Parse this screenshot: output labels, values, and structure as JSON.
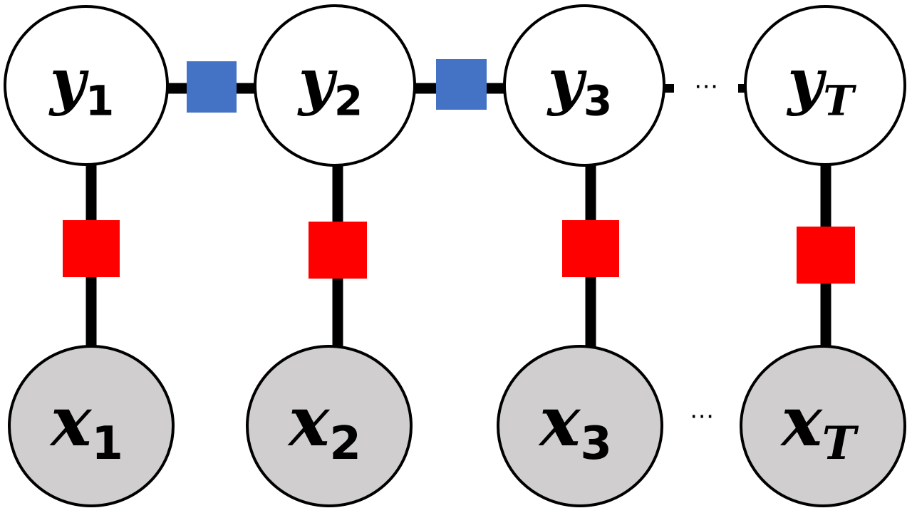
{
  "colors": {
    "latent_fill": "#ffffff",
    "observed_fill": "#d0cece",
    "node_stroke": "#000000",
    "edge": "#000000",
    "transition_factor": "#4472c4",
    "emission_factor": "#ff0000"
  },
  "latent_nodes": [
    {
      "var": "y",
      "sub": "1",
      "sub_style": "upright"
    },
    {
      "var": "y",
      "sub": "2",
      "sub_style": "upright"
    },
    {
      "var": "y",
      "sub": "3",
      "sub_style": "upright"
    },
    {
      "var": "y",
      "sub": "T",
      "sub_style": "italic"
    }
  ],
  "observed_nodes": [
    {
      "var": "x",
      "sub": "1",
      "sub_style": "upright"
    },
    {
      "var": "x",
      "sub": "2",
      "sub_style": "upright"
    },
    {
      "var": "x",
      "sub": "3",
      "sub_style": "upright"
    },
    {
      "var": "x",
      "sub": "T",
      "sub_style": "italic"
    }
  ],
  "ellipsis": "⋯"
}
